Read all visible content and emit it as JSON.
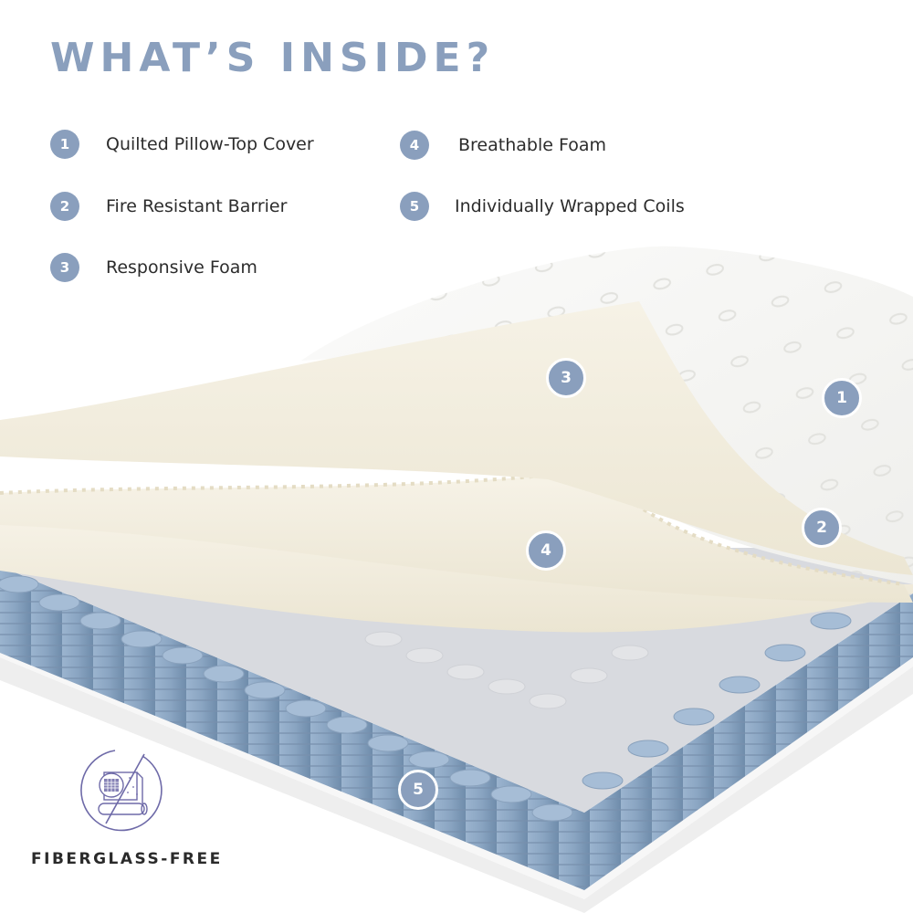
{
  "header": {
    "title": "WHAT’S INSIDE?"
  },
  "legend": {
    "items": [
      {
        "number": "1",
        "label": "Quilted Pillow-Top Cover"
      },
      {
        "number": "2",
        "label": "Fire Resistant Barrier"
      },
      {
        "number": "3",
        "label": "Responsive Foam"
      },
      {
        "number": "4",
        "label": "Breathable Foam"
      },
      {
        "number": "5",
        "label": "Individually Wrapped Coils"
      }
    ]
  },
  "diagram": {
    "subject": "mattress-layer-cutaway",
    "callouts": [
      {
        "number": "1",
        "layer": "Quilted Pillow-Top Cover"
      },
      {
        "number": "2",
        "layer": "Fire Resistant Barrier"
      },
      {
        "number": "3",
        "layer": "Responsive Foam"
      },
      {
        "number": "4",
        "layer": "Breathable Foam"
      },
      {
        "number": "5",
        "layer": "Individually Wrapped Coils"
      }
    ]
  },
  "badge": {
    "icon": "fiberglass-free-icon",
    "label": "FIBERGLASS-FREE"
  },
  "colors": {
    "accent": "#8a9fbd",
    "text": "#2c2c2c",
    "foam": "#f3efe2",
    "cover": "#f8f8f6",
    "coil_blue": "#8faac6",
    "coil_grey": "#d9dadd",
    "icon_stroke": "#6e6aa8"
  }
}
